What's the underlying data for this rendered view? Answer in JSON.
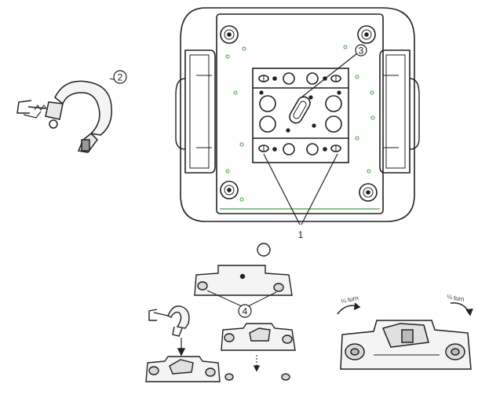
{
  "callouts": {
    "c1": "1",
    "c2": "2",
    "c3": "3",
    "c4": "4"
  },
  "turn_labels": {
    "left": "¼ turn",
    "right": "¼ turn"
  },
  "colors": {
    "line": "#222222",
    "screw_accent": "#3aa63a",
    "fill_light": "#f4f4f4",
    "fill_mid": "#d9d9d9"
  }
}
